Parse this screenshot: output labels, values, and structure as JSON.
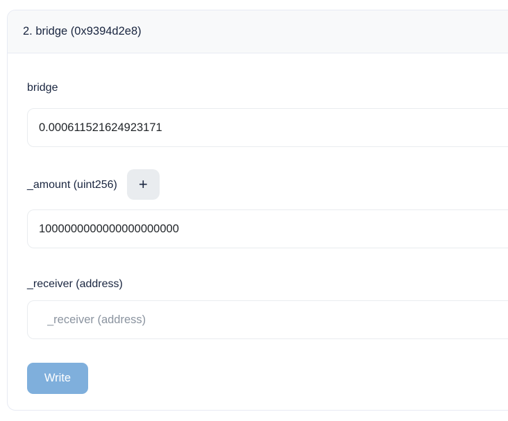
{
  "panel": {
    "title": "2. bridge (0x9394d2e8)"
  },
  "fields": [
    {
      "name": "bridge",
      "label": "bridge",
      "value": "0.000611521624923171",
      "placeholder": ""
    },
    {
      "name": "_amount",
      "label": "_amount (uint256)",
      "value": "1000000000000000000000",
      "placeholder": "",
      "add_button_label": "+"
    },
    {
      "name": "_receiver",
      "label": "_receiver (address)",
      "value": "",
      "placeholder": "_receiver (address)"
    }
  ],
  "actions": {
    "write_label": "Write"
  },
  "colors": {
    "header_bg": "#f8f9fa",
    "border": "#e7eaf3",
    "text_dark": "#19253f",
    "placeholder": "#8a939f",
    "plus_bg": "#e9ecef",
    "write_button_bg": "#7fafdc",
    "write_button_text": "#ffffff"
  }
}
